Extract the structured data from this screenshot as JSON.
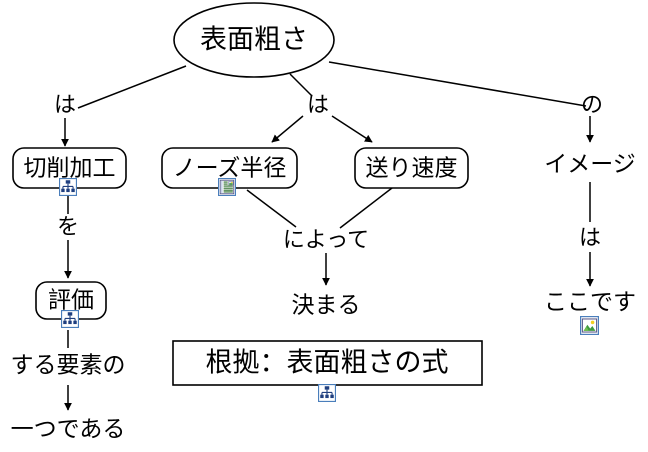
{
  "diagram": {
    "type": "concept-map",
    "language": "ja",
    "root": {
      "label": "表面粗さ",
      "shape": "ellipse"
    },
    "nodes": [
      {
        "id": "cutting",
        "label": "切削加工",
        "shape": "rounded-rect",
        "icon": "hierarchy-icon"
      },
      {
        "id": "nose-radius",
        "label": "ノーズ半径",
        "shape": "rounded-rect",
        "icon": "document-icon"
      },
      {
        "id": "feed-rate",
        "label": "送り速度",
        "shape": "rounded-rect",
        "icon": "none"
      },
      {
        "id": "evaluation",
        "label": "評価",
        "shape": "rounded-rect",
        "icon": "hierarchy-icon"
      },
      {
        "id": "formula",
        "label": "根拠：表面粗さの式",
        "shape": "rect",
        "icon": "hierarchy-icon"
      }
    ],
    "plain_nodes": [
      {
        "id": "image",
        "label": "イメージ"
      },
      {
        "id": "here",
        "label": "ここです",
        "icon": "picture-icon"
      },
      {
        "id": "determined",
        "label": "決まる"
      },
      {
        "id": "element-of",
        "label": "する要素の"
      },
      {
        "id": "one-of-them",
        "label": "一つである"
      }
    ],
    "link_labels": [
      {
        "id": "wa-left",
        "label": "は"
      },
      {
        "id": "wa-middle",
        "label": "は"
      },
      {
        "id": "no-right",
        "label": "の"
      },
      {
        "id": "wo",
        "label": "を"
      },
      {
        "id": "niyotte",
        "label": "によって"
      },
      {
        "id": "wa-right",
        "label": "は"
      }
    ],
    "colors": {
      "stroke": "#000000",
      "background": "#ffffff",
      "icon_border": "#4a7ebb",
      "icon_fill": "#ffffff",
      "icon_accent": "#1f3f7f",
      "picture_sky": "#ffffff",
      "picture_hill": "#3f9a3f",
      "picture_sun": "#f5d020"
    }
  }
}
